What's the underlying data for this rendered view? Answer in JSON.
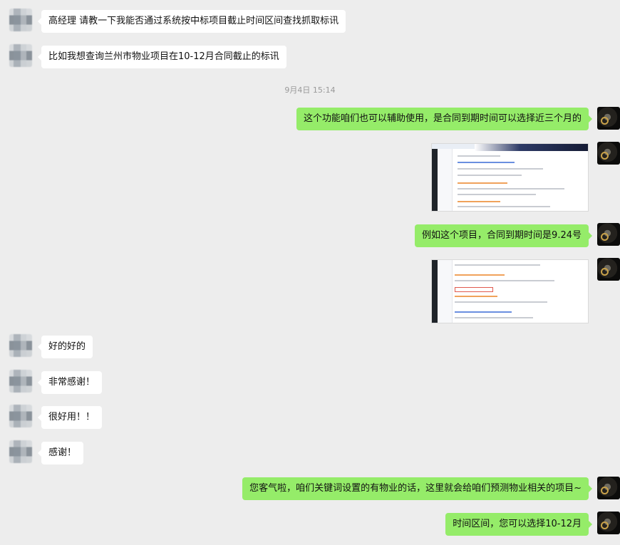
{
  "messages": [
    {
      "side": "in",
      "text": "高经理  请教一下我能否通过系统按中标项目截止时间区间查找抓取标讯"
    },
    {
      "side": "in",
      "text": "比如我想查询兰州市物业项目在10-12月合同截止的标讯"
    },
    {
      "side": "time",
      "text": "9月4日 15:14"
    },
    {
      "side": "out",
      "text": "这个功能咱们也可以辅助使用，是合同到期时间可以选择近三个月的"
    },
    {
      "side": "out_image",
      "image": "screenshot-search-results"
    },
    {
      "side": "out",
      "text": "例如这个项目，合同到期时间是9.24号"
    },
    {
      "side": "out_image",
      "image": "screenshot-project-detail"
    },
    {
      "side": "in",
      "text": "好的好的"
    },
    {
      "side": "in",
      "text": "非常感谢！"
    },
    {
      "side": "in",
      "text": "很好用！！"
    },
    {
      "side": "in",
      "text": "感谢！"
    },
    {
      "side": "out",
      "text": "您客气啦，咱们关键词设置的有物业的话，这里就会给咱们预测物业相关的项目~"
    },
    {
      "side": "out",
      "text": "时间区间，您可以选择10-12月"
    }
  ],
  "colors": {
    "background": "#ededed",
    "bubble_in": "#ffffff",
    "bubble_out": "#95ec69",
    "timestamp": "#9a9a9a"
  }
}
